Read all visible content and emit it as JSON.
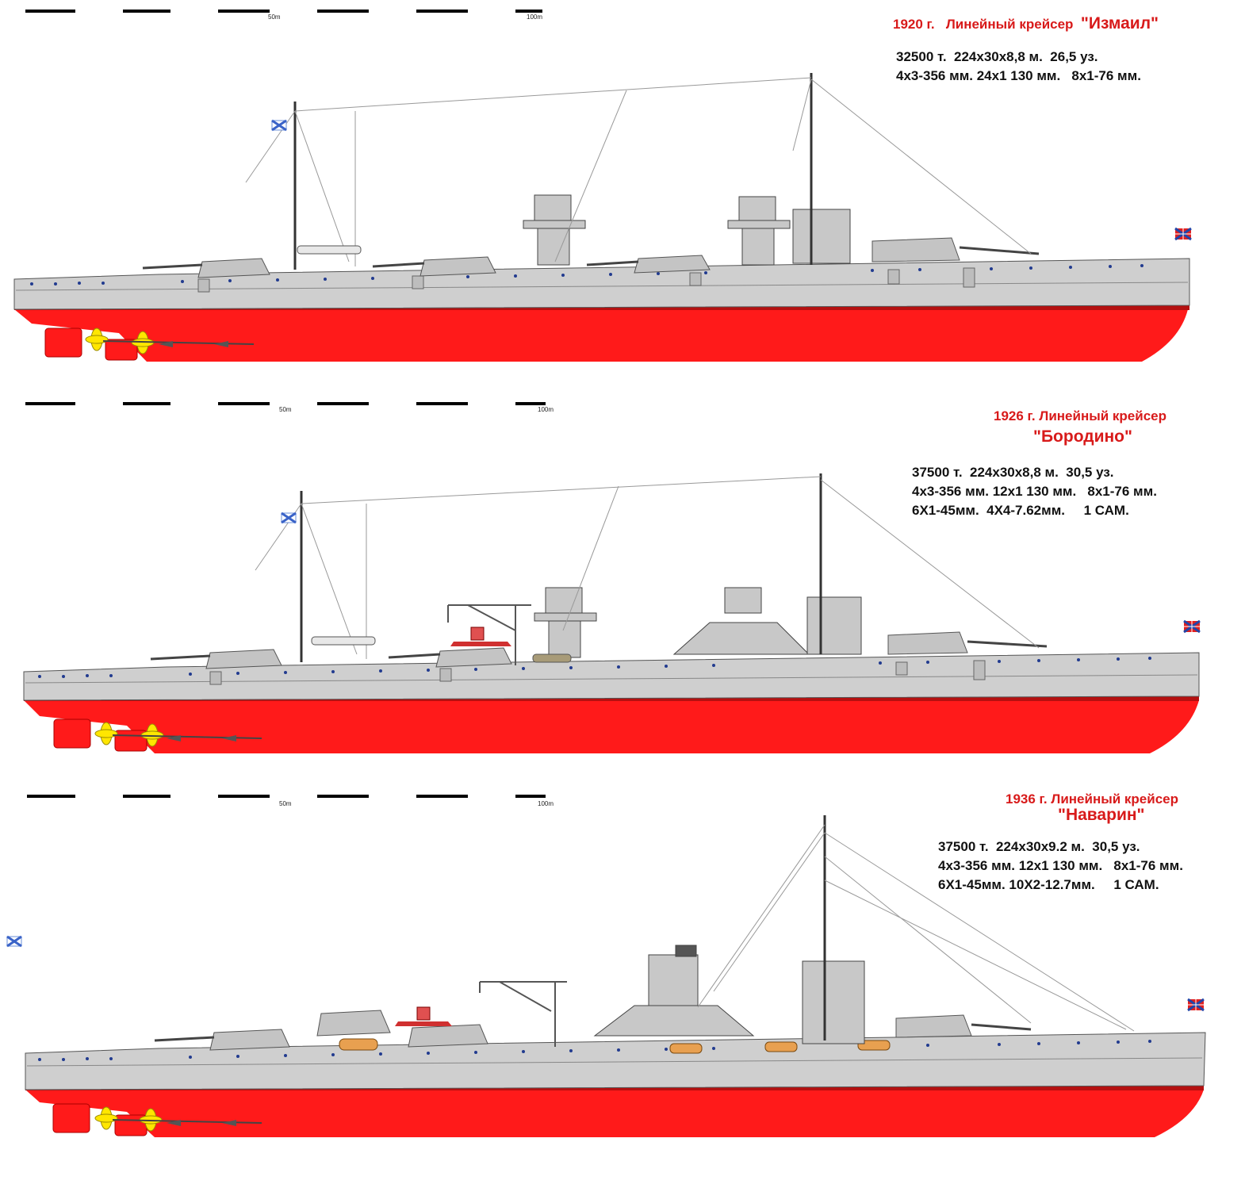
{
  "scale": {
    "mark_50": "50m",
    "mark_100": "100m"
  },
  "colors": {
    "hull_grey": "#cfcfcf",
    "underwater_red": "#ff1a1a",
    "propeller_yellow": "#ffe600",
    "title_red": "#d81a1a"
  },
  "ships": [
    {
      "year": "1920 г.",
      "type": "Линейный крейсер",
      "name": "\"Измаил\"",
      "specs": [
        "32500 т.  224х30х8,8 м.  26,5 уз.",
        "4х3-356 мм. 24х1 130 мм.   8х1-76 мм."
      ]
    },
    {
      "year": "1926 г.",
      "type": "Линейный крейсер",
      "name": "\"Бородино\"",
      "specs": [
        "37500 т.  224х30х8,8 м.  30,5 уз.",
        "4х3-356 мм. 12х1 130 мм.   8х1-76 мм.",
        "6Х1-45мм.  4Х4-7.62мм.     1 САМ."
      ]
    },
    {
      "year": "1936 г.",
      "type": "Линейный крейсер",
      "name": "\"Наварин\"",
      "specs": [
        "37500 т.  224х30х9.2 м.  30,5 уз.",
        "4х3-356 мм. 12х1 130 мм.   8х1-76 мм.",
        "6Х1-45мм. 10Х2-12.7мм.     1 САМ."
      ]
    }
  ]
}
